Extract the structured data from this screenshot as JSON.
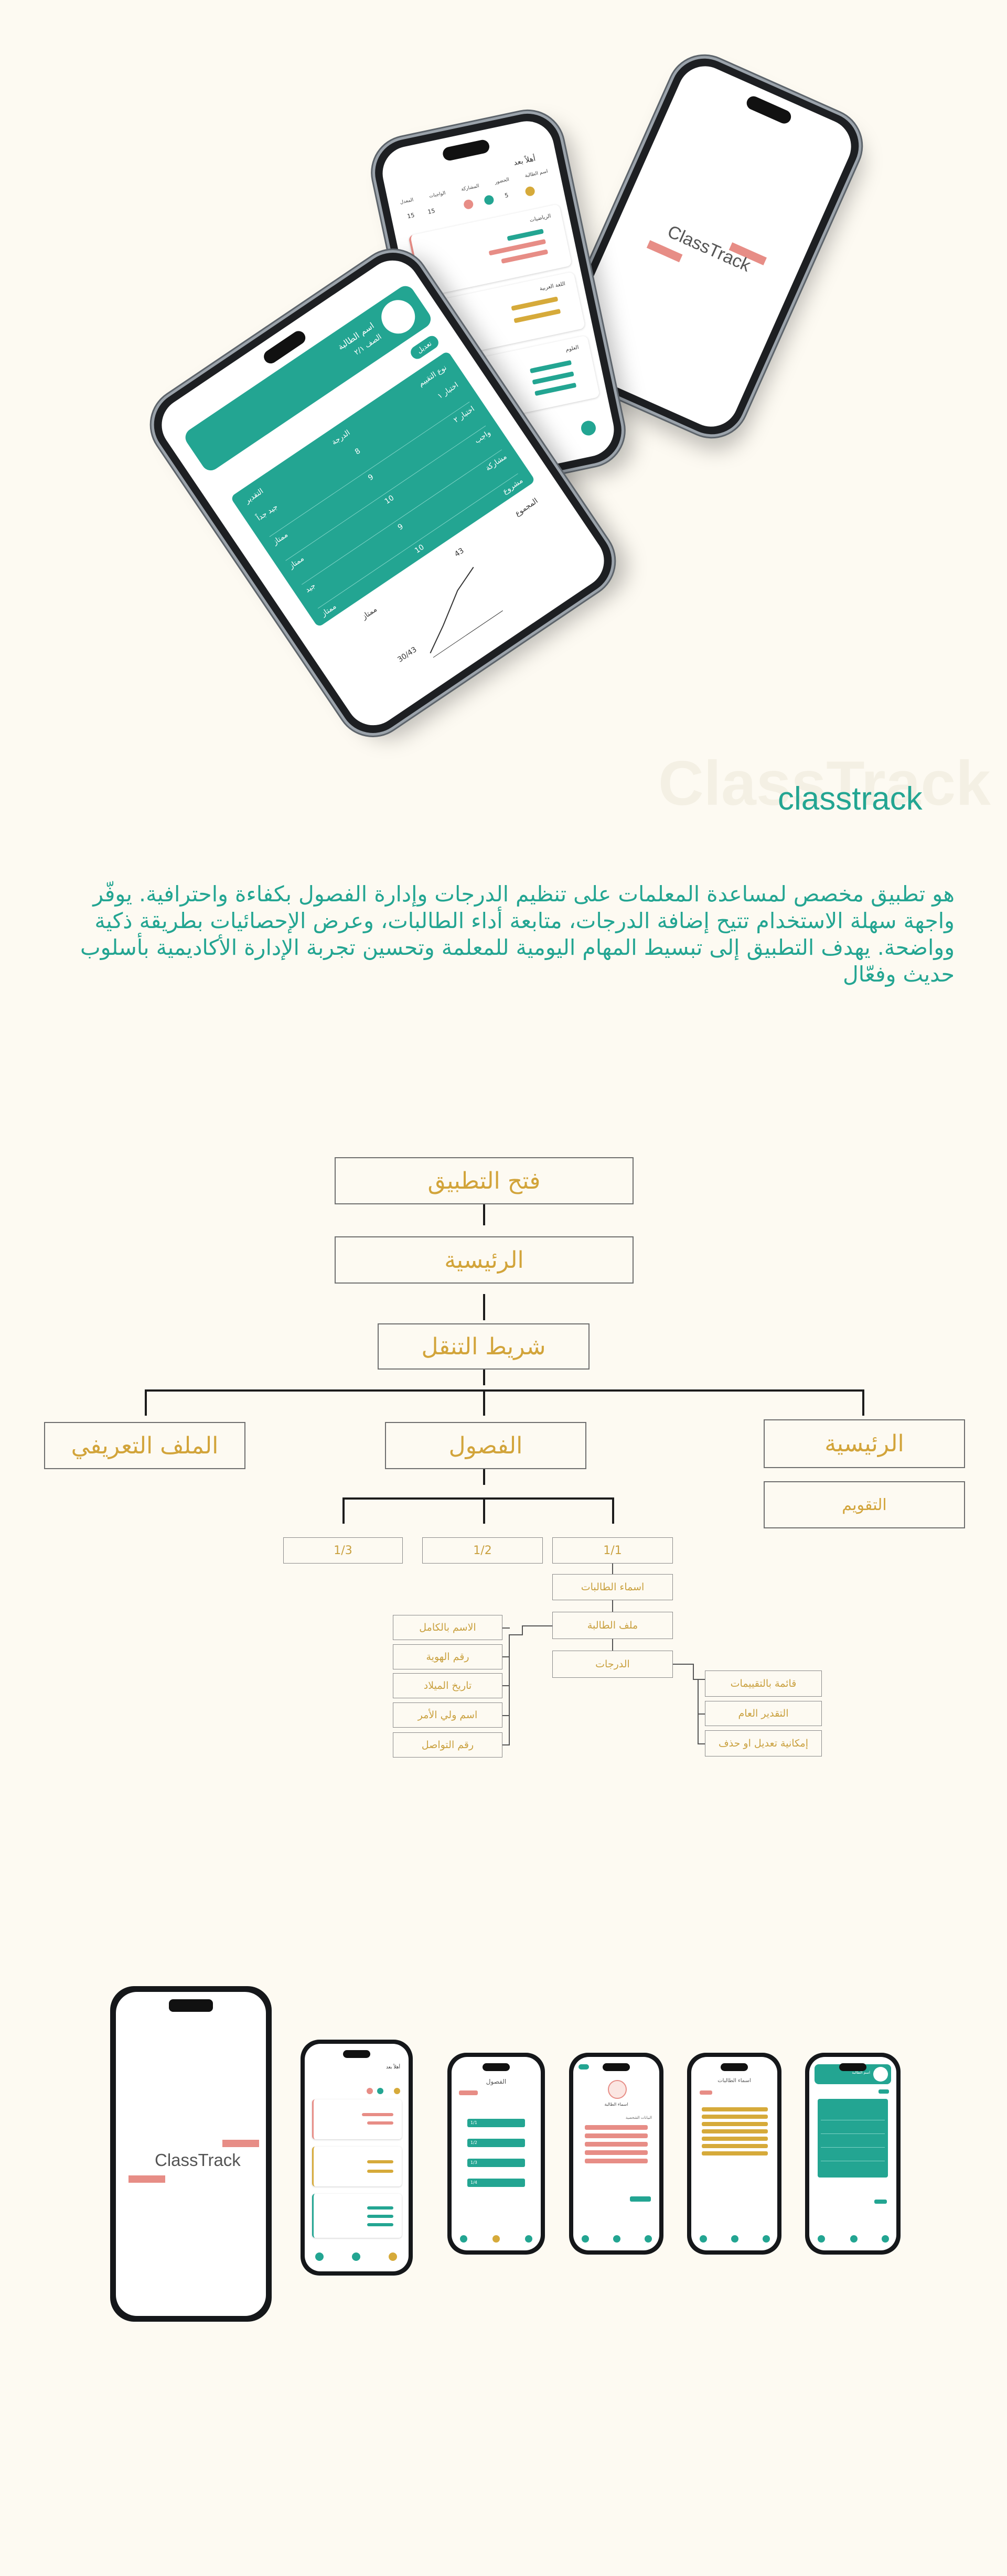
{
  "hero": {
    "splash_logo": "ClassTrack",
    "home_phone": {
      "title": "أهلاً بعد",
      "columns": [
        "اسم الطالبة",
        "الحضور",
        "المشاركة",
        "الواجبات",
        "المعدل"
      ],
      "counts": [
        "5",
        "15",
        "15"
      ],
      "cards": [
        "الرياضيات",
        "اللغة العربية",
        "العلوم"
      ],
      "nav": [
        "home",
        "classes",
        "profile"
      ]
    },
    "grades_phone": {
      "header_name": "اسم الطالبة",
      "header_class": "الصف ٢/١",
      "edit_label": "تعديل",
      "table_headers": [
        "نوع التقييم",
        "الدرجة",
        "التقدير"
      ],
      "rows": [
        [
          "اختبار ١",
          "8",
          "جيد جداً"
        ],
        [
          "اختبار ٢",
          "9",
          "ممتاز"
        ],
        [
          "واجب",
          "10",
          "ممتاز"
        ],
        [
          "مشاركة",
          "9",
          "جيد"
        ],
        [
          "مشروع",
          "10",
          "ممتاز"
        ]
      ],
      "total_label": "المجموع",
      "total_value": "43",
      "average_value": "30/43",
      "grade_label": "ممتاز"
    }
  },
  "intro": {
    "brand": "classtrack",
    "watermark": "ClassTrack",
    "description": "هو تطبيق مخصص لمساعدة المعلمات على تنظيم الدرجات وإدارة الفصول بكفاءة واحترافية. يوفّر واجهة سهلة الاستخدام تتيح إضافة الدرجات، متابعة أداء الطالبات، وعرض الإحصائيات بطريقة ذكية وواضحة. يهدف التطبيق إلى تبسيط المهام اليومية للمعلمة وتحسين تجربة الإدارة الأكاديمية بأسلوب حديث وفعّال"
  },
  "flow": {
    "open_app": "فتح التطبيق",
    "home": "الرئيسية",
    "navbar": "شريط التنقل",
    "branch_home": "الرئيسية",
    "branch_classes": "الفصول",
    "branch_profile": "الملف التعريفي",
    "calendar": "التقويم",
    "class_1_3": "1/3",
    "class_1_2": "1/2",
    "class_1_1": "1/1",
    "students_names": "اسماء الطالبات",
    "student_file": "ملف الطالبة",
    "grades": "الدرجات",
    "full_name": "الاسم بالكامل",
    "id_number": "رقم الهوية",
    "birth_date": "تاريخ الميلاد",
    "guardian_name": "اسم ولي الأمر",
    "contact_number": "رقم التواصل",
    "evaluations_list": "قائمة بالتقييمات",
    "overall_grade": "التقدير العام",
    "edit_delete": "إمكانية تعديل او حذف"
  },
  "gallery": {
    "splash_logo": "ClassTrack",
    "home_title": "أهلاً بعد",
    "classes_title": "الفصول",
    "classes_items": [
      "1/1",
      "1/2",
      "1/3",
      "1/4"
    ],
    "profile_name": "اسماء الطالبة",
    "profile_section": "البيانات الشخصية",
    "students_title": "اسماء الطالبات",
    "grades_name": "اسم الطالبة"
  },
  "colors": {
    "teal": "#23a592",
    "gold": "#d6aa3a",
    "pink": "#e78d86",
    "background": "#fdfaf2"
  }
}
